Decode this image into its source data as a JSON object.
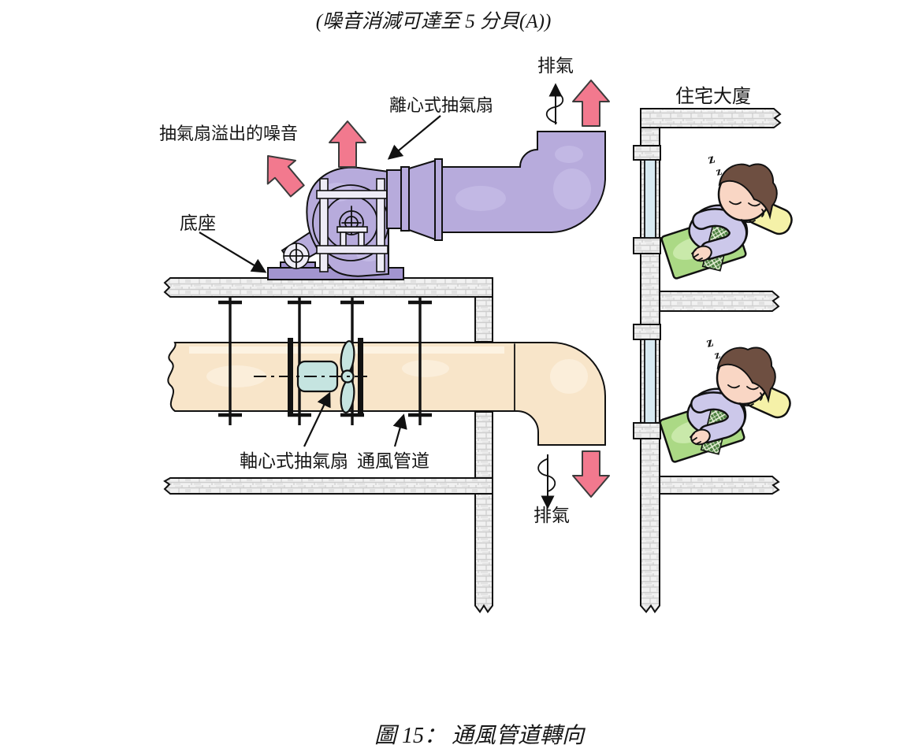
{
  "figure": {
    "top_caption": "(噪音消減可達至  5 分貝(A))",
    "caption": "圖 15：  通風管道轉向"
  },
  "labels": {
    "fan_noise": "抽氣扇溢出的噪音",
    "centrifugal_fan": "離心式抽氣扇",
    "exhaust_top": "排氣",
    "base": "底座",
    "building": "住宅大廈",
    "axial_fan": "軸心式抽氣扇",
    "duct": "通風管道",
    "exhaust_bottom": "排氣"
  },
  "sleeper": {
    "z1": "z",
    "z2": "z",
    "z3": "z"
  },
  "colors": {
    "duct_purple": "#b7abdc",
    "base_purple": "#a294cf",
    "frame_lavender": "#eeecf6",
    "duct_beige": "#f8e5c9",
    "fan_teal": "#c5e4e0",
    "arrow_pink": "#f2798e",
    "wall_masonry": "#f1f1f1",
    "window_glass": "#d8eaf2",
    "blanket_green": "#abd985",
    "pillow_yellow": "#f5f1a8",
    "pajama_lavender": "#ccc8ea",
    "skin": "#f9d6c4",
    "hair_brown": "#6e4f41",
    "ink": "#111111"
  }
}
